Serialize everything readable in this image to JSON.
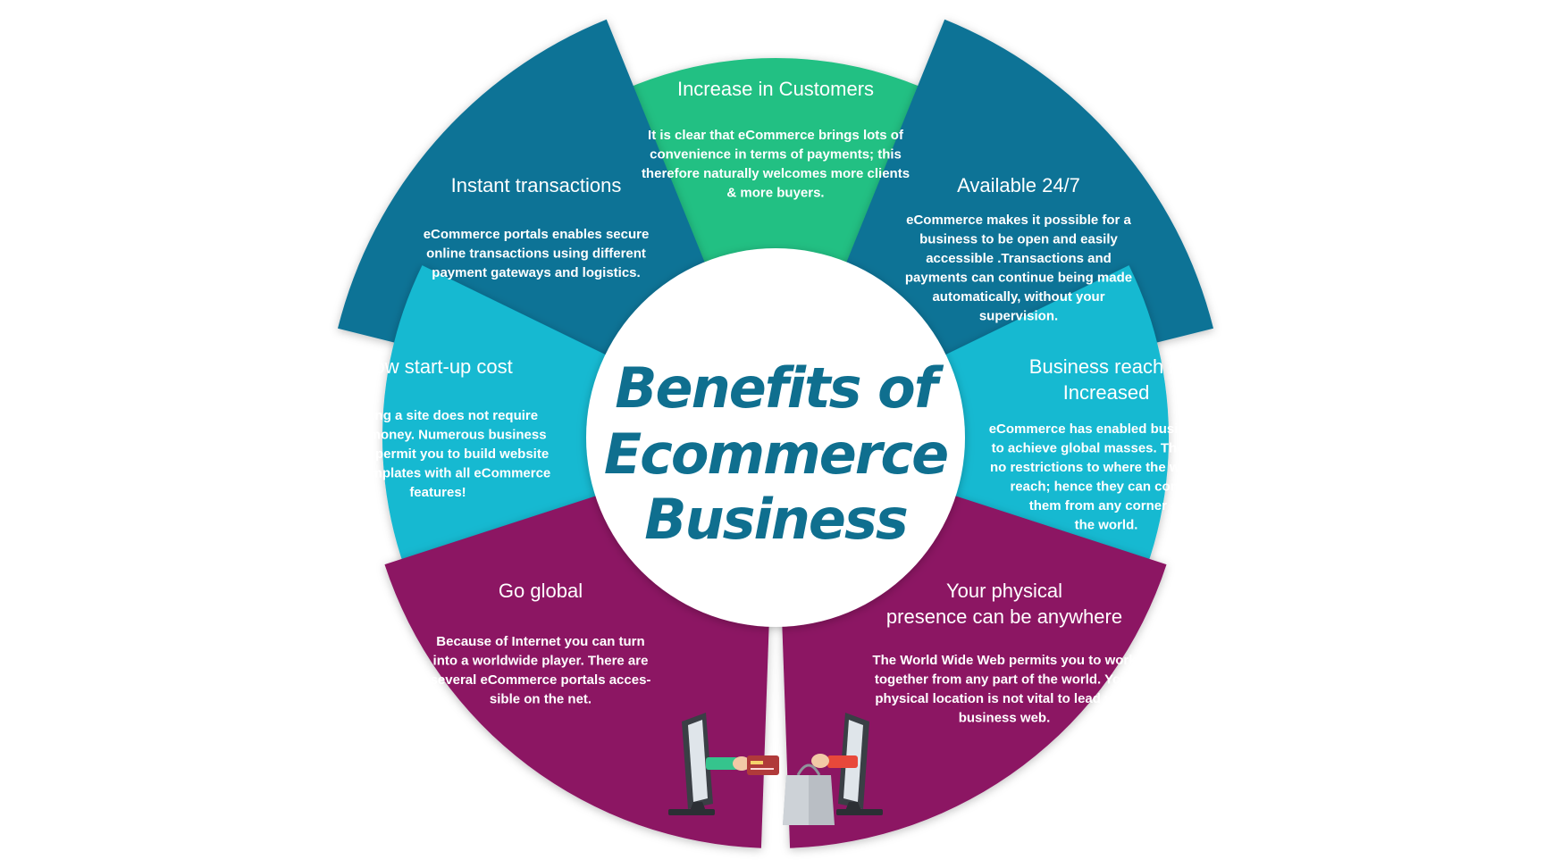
{
  "center_title": [
    "Benefits of",
    "Ecommerce",
    "Business"
  ],
  "colors": {
    "green": "#22c083",
    "dark_teal": "#0c7396",
    "light_teal": "#12b9d1",
    "purple": "#8c1264",
    "center_title": "#0f6f8f"
  },
  "sections": [
    {
      "id": "increase-in-customers",
      "title": [
        "Increase in Customers"
      ],
      "body": [
        "It is clear that eCommerce brings lots of",
        "convenience in terms of payments; this",
        "therefore naturally welcomes more clients",
        "& more buyers."
      ],
      "color": "green"
    },
    {
      "id": "available-24-7",
      "title": [
        "Available 24/7"
      ],
      "body": [
        "eCommerce makes it possible for a",
        "business to be open and easily",
        "accessible .Transactions and",
        "payments can continue being made",
        "automatically, without your",
        "supervision."
      ],
      "color": "dark_teal"
    },
    {
      "id": "business-reach",
      "title": [
        "Business reach is",
        "Increased"
      ],
      "body": [
        "eCommerce has enabled businesses",
        "to achieve global masses. There are",
        "no restrictions to where the web can",
        "reach; hence they can contact",
        "them from any corner of",
        "the world."
      ],
      "color": "light_teal"
    },
    {
      "id": "physical-presence",
      "title": [
        "Your physical",
        "presence can be anywhere"
      ],
      "body": [
        "The World Wide Web permits you to work",
        "together from any part of the world. Your",
        "physical location is not vital to lead your",
        "business web."
      ],
      "color": "purple"
    },
    {
      "id": "go-global",
      "title": [
        "Go global"
      ],
      "body": [
        "Because of Internet you can turn",
        "into a worldwide player. There are",
        "several eCommerce portals acces-",
        "sible on the net."
      ],
      "color": "purple"
    },
    {
      "id": "low-startup-cost",
      "title": [
        "Low start-up cost"
      ],
      "body": [
        "Building a site does not require",
        "much money. Numerous business",
        "portals permit you to build website",
        "from templates with all eCommerce",
        "features!"
      ],
      "color": "light_teal"
    },
    {
      "id": "instant-transactions",
      "title": [
        "Instant transactions"
      ],
      "body": [
        "eCommerce portals enables secure",
        "online transactions using different",
        "payment gateways and logistics."
      ],
      "color": "dark_teal"
    }
  ],
  "illustration": {
    "icons": [
      "computer-monitor-icon",
      "credit-card-icon",
      "shopping-bag-icon",
      "computer-monitor-icon"
    ]
  }
}
